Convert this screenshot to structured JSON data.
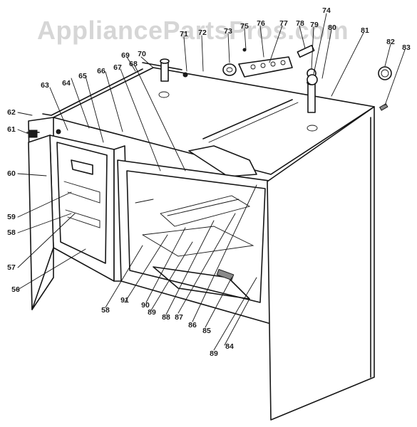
{
  "watermark": "AppliancePartsPros.com",
  "callouts": [
    {
      "id": "63",
      "text": "63"
    },
    {
      "id": "64a",
      "text": "64"
    },
    {
      "id": "65",
      "text": "65"
    },
    {
      "id": "66",
      "text": "66"
    },
    {
      "id": "67",
      "text": "67"
    },
    {
      "id": "68",
      "text": "68"
    },
    {
      "id": "69",
      "text": "69"
    },
    {
      "id": "70",
      "text": "70"
    },
    {
      "id": "71",
      "text": "71"
    },
    {
      "id": "72",
      "text": "72"
    },
    {
      "id": "73",
      "text": "73"
    },
    {
      "id": "75",
      "text": "75"
    },
    {
      "id": "76",
      "text": "76"
    },
    {
      "id": "77",
      "text": "77"
    },
    {
      "id": "78",
      "text": "78"
    },
    {
      "id": "79",
      "text": "79"
    },
    {
      "id": "74",
      "text": "74"
    },
    {
      "id": "80",
      "text": "80"
    },
    {
      "id": "81",
      "text": "81"
    },
    {
      "id": "82",
      "text": "82"
    },
    {
      "id": "83",
      "text": "83"
    },
    {
      "id": "62",
      "text": "62"
    },
    {
      "id": "61",
      "text": "61"
    },
    {
      "id": "60",
      "text": "60"
    },
    {
      "id": "59",
      "text": "59"
    },
    {
      "id": "58a",
      "text": "58"
    },
    {
      "id": "57",
      "text": "57"
    },
    {
      "id": "56",
      "text": "56"
    },
    {
      "id": "58b",
      "text": "58"
    },
    {
      "id": "91",
      "text": "91"
    },
    {
      "id": "90",
      "text": "90"
    },
    {
      "id": "89a",
      "text": "89"
    },
    {
      "id": "88",
      "text": "88"
    },
    {
      "id": "87",
      "text": "87"
    },
    {
      "id": "86",
      "text": "86"
    },
    {
      "id": "85",
      "text": "85"
    },
    {
      "id": "89b",
      "text": "89"
    },
    {
      "id": "84",
      "text": "84"
    }
  ]
}
